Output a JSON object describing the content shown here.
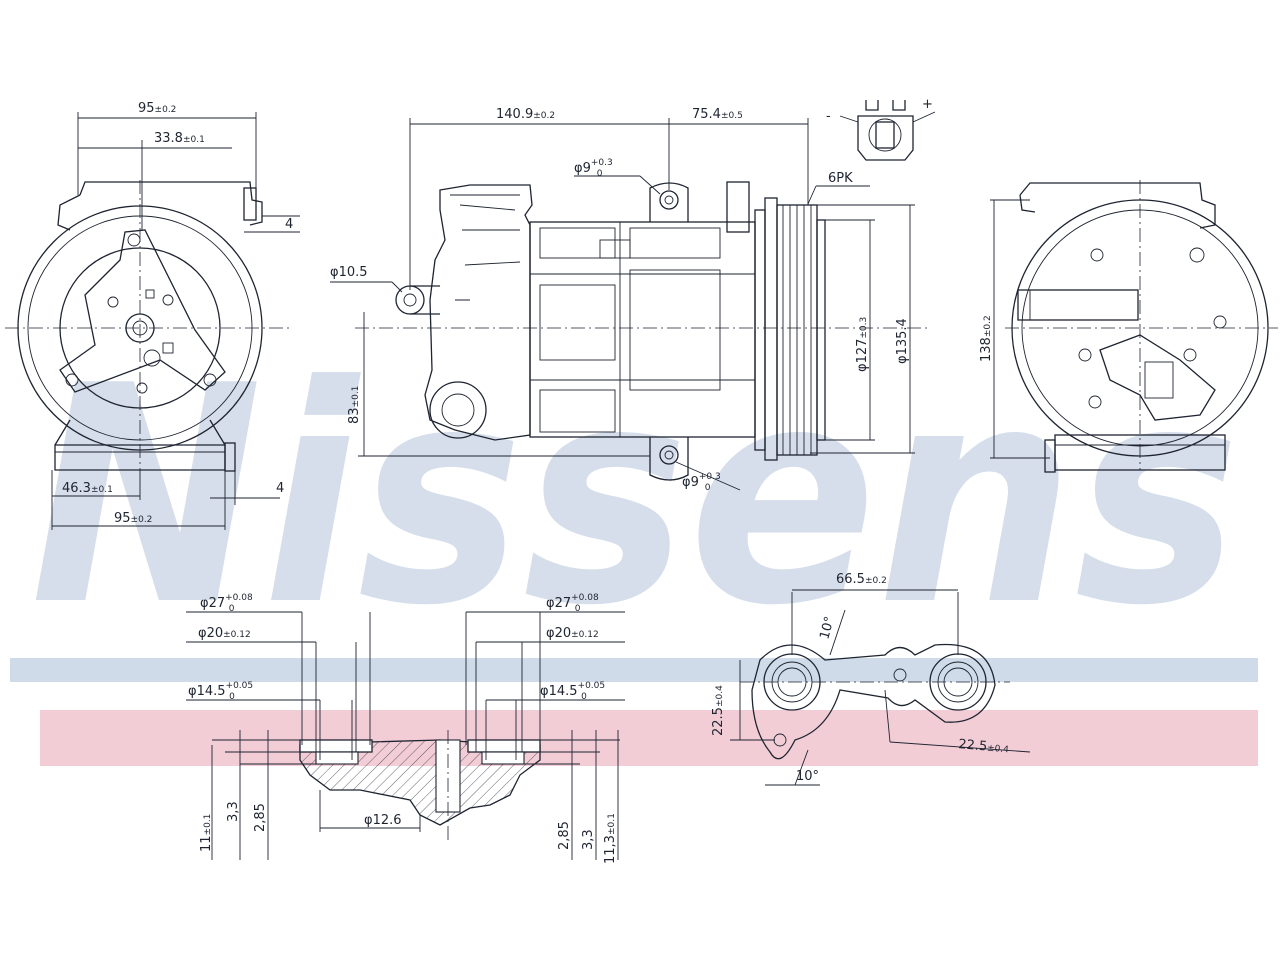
{
  "brand": {
    "watermark": "Nissens",
    "band_top_color": "#cfdbe9",
    "band_bottom_color": "#f2cdd6",
    "line_color": "#1e2430"
  },
  "front_view": {
    "width_top": "95",
    "width_top_tol": "±0.2",
    "offset_top": "33.8",
    "offset_top_tol": "±0.1",
    "edge_top": "4",
    "edge_bottom": "4",
    "offset_bottom": "46.3",
    "offset_bottom_tol": "±0.1",
    "width_bottom": "95",
    "width_bottom_tol": "±0.2"
  },
  "side_view": {
    "length_a": "140.9",
    "length_a_tol": "±0.2",
    "length_b": "75.4",
    "length_b_tol": "±0.5",
    "hole_top": "φ9",
    "hole_top_tol_up": "+0.3",
    "hole_top_tol_low": "0",
    "hole_left": "φ10.5",
    "height_83": "83",
    "height_83_tol": "±0.1",
    "hole_bottom": "φ9",
    "hole_bottom_tol_up": "+0.3",
    "hole_bottom_tol_low": "0",
    "pulley": "6PK",
    "pulley_dia": "φ127",
    "pulley_dia_tol": "±0.3",
    "overall_dia": "φ135.4",
    "connector_minus": "-",
    "connector_plus": "+"
  },
  "rear_view": {
    "height": "138",
    "height_tol": "±0.2"
  },
  "port_section": {
    "left_d27": "φ27",
    "left_d27_tol_up": "+0.08",
    "left_d27_tol_low": "0",
    "left_d20": "φ20",
    "left_d20_tol": "±0.12",
    "left_d14": "φ14.5",
    "left_d14_tol_up": "+0.05",
    "left_d14_tol_low": "0",
    "right_d27": "φ27",
    "right_d27_tol_up": "+0.08",
    "right_d27_tol_low": "0",
    "right_d20": "φ20",
    "right_d20_tol": "±0.12",
    "right_d14": "φ14.5",
    "right_d14_tol_up": "+0.05",
    "right_d14_tol_low": "0",
    "center_d": "φ12.6",
    "depth_11": "11",
    "depth_11_tol": "±0.1",
    "depth_3_3_left": "3,3",
    "depth_2_85_left": "2,85",
    "depth_2_85_right": "2,85",
    "depth_3_3_right": "3,3",
    "depth_11_3": "11,3",
    "depth_11_3_tol": "±0.1"
  },
  "port_top": {
    "distance": "66.5",
    "distance_tol": "±0.2",
    "angle_top": "10°",
    "angle_bottom": "10°",
    "offset_left": "22.5",
    "offset_left_tol": "±0.4",
    "offset_right": "22.5",
    "offset_right_tol": "±0.4"
  }
}
